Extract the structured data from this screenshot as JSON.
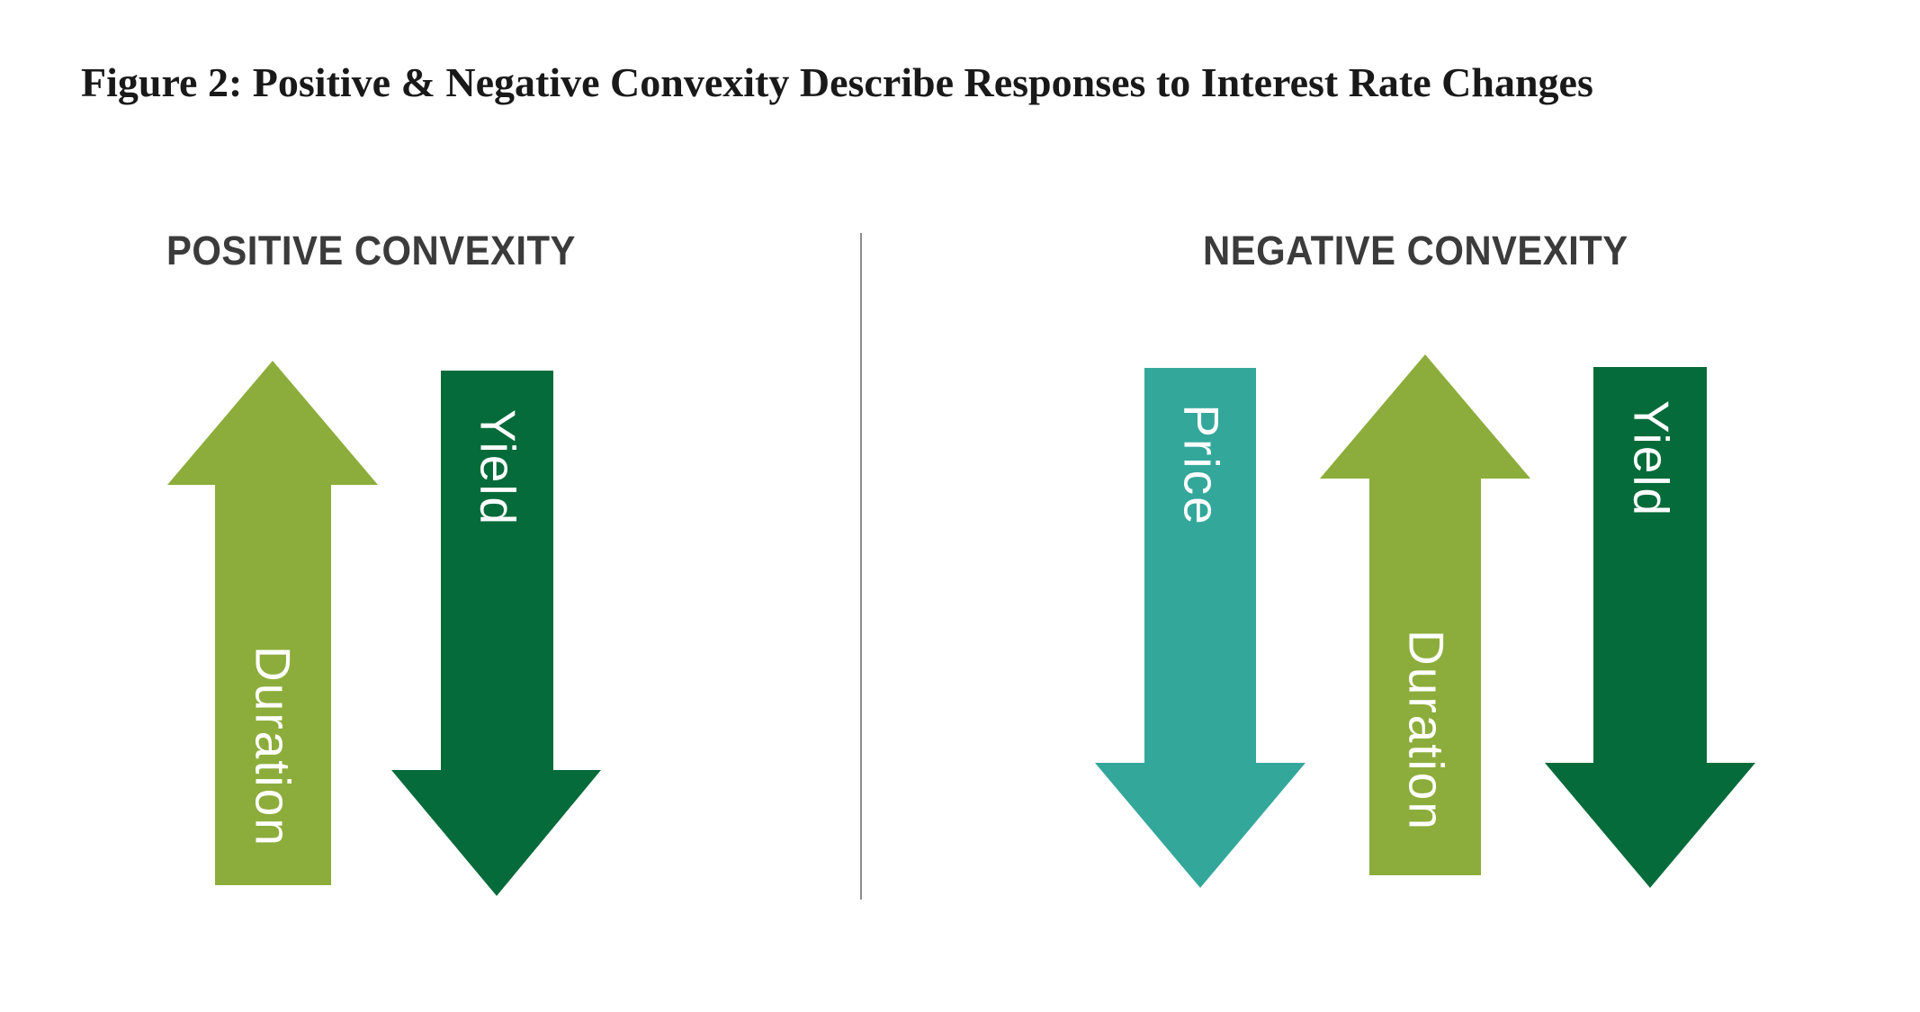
{
  "figure": {
    "title": "Figure 2: Positive & Negative Convexity Describe Responses to Interest Rate Changes"
  },
  "panels": {
    "left": {
      "heading": "POSITIVE CONVEXITY",
      "arrows": [
        {
          "label": "Duration",
          "direction": "up",
          "color_name": "light_green"
        },
        {
          "label": "Yield",
          "direction": "down",
          "color_name": "dark_green"
        }
      ]
    },
    "right": {
      "heading": "NEGATIVE CONVEXITY",
      "arrows": [
        {
          "label": "Price",
          "direction": "down",
          "color_name": "teal"
        },
        {
          "label": "Duration",
          "direction": "up",
          "color_name": "light_green"
        },
        {
          "label": "Yield",
          "direction": "down",
          "color_name": "dark_green"
        }
      ]
    }
  },
  "colors": {
    "light_green": "#8CAD3B",
    "dark_green": "#066B3A",
    "teal": "#34A79B",
    "title_text": "#191919",
    "heading_text": "#3B3B3B",
    "label_text": "#FFFFFF",
    "divider": "#8C8C8C",
    "background": "#FFFFFF"
  }
}
